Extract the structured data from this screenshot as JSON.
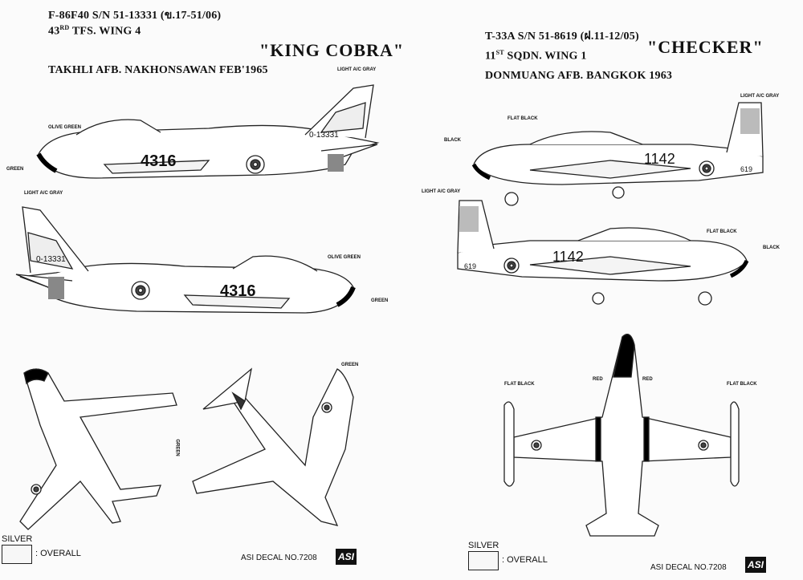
{
  "left": {
    "line1": "F-86F40 S/N 51-13331 (ข.17-51/06)",
    "line2_num": "43",
    "line2_sup": "RD",
    "line2_rest": " TFS. WING 4",
    "line3": "TAKHLI AFB. NAKHONSAWAN FEB'1965",
    "name": "\"KING COBRA\"",
    "fuselage_no": "4316",
    "tail_no": "0-13331",
    "callouts": [
      "OLIVE GREEN",
      "GREEN",
      "LIGHT A/C GRAY",
      "LIGHT A/C GRAY",
      "OLIVE GREEN",
      "GREEN",
      "GREEN",
      "GREEN"
    ],
    "legend_label": "SILVER",
    "legend_text": ": OVERALL",
    "decal_no": "ASI DECAL NO.7208"
  },
  "right": {
    "line1": "T-33A S/N 51-8619 (ฝ.11-12/05)",
    "line2_num": "11",
    "line2_sup": "ST",
    "line2_rest": " SQDN. WING 1",
    "line3": "DONMUANG AFB. BANGKOK 1963",
    "name": "\"CHECKER\"",
    "fuselage_no": "1142",
    "tail_no": "619",
    "callouts": [
      "FLAT BLACK",
      "BLACK",
      "LIGHT A/C GRAY",
      "LIGHT A/C GRAY",
      "FLAT BLACK",
      "BLACK",
      "FLAT BLACK",
      "RED",
      "RED",
      "FLAT BLACK"
    ],
    "legend_label": "SILVER",
    "legend_text": ": OVERALL",
    "decal_no": "ASI DECAL NO.7208"
  },
  "logo_text": "ASI"
}
